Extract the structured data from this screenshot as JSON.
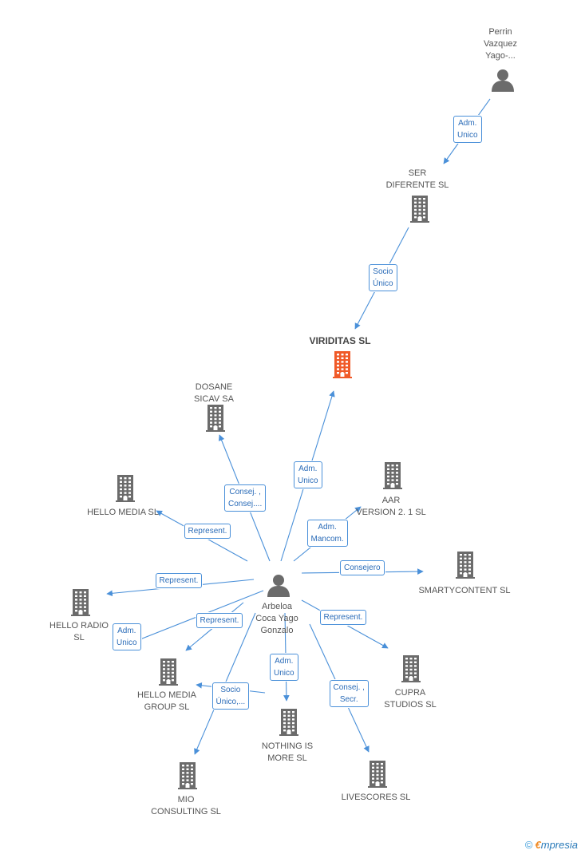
{
  "colors": {
    "edge": "#4a90d9",
    "company": "#6b6b6b",
    "main_company": "#f05a28",
    "person": "#6b6b6b"
  },
  "nodes": [
    {
      "id": "perrin",
      "type": "person",
      "label": "Perrin\nVazquez\nYago-...",
      "icon": "person-icon"
    },
    {
      "id": "ser",
      "type": "company",
      "label": "SER\nDIFERENTE SL",
      "icon": "building-icon"
    },
    {
      "id": "viriditas",
      "type": "main",
      "label": "VIRIDITAS SL",
      "icon": "building-icon"
    },
    {
      "id": "dosane",
      "type": "company",
      "label": "DOSANE\nSICAV SA",
      "icon": "building-icon"
    },
    {
      "id": "hellomedia",
      "type": "company",
      "label": "HELLO MEDIA SL",
      "icon": "building-icon"
    },
    {
      "id": "aar",
      "type": "company",
      "label": "AAR\nVERSION 2. 1 SL",
      "icon": "building-icon"
    },
    {
      "id": "smarty",
      "type": "company",
      "label": "SMARTYCONTENT SL",
      "icon": "building-icon"
    },
    {
      "id": "arbeloa",
      "type": "person",
      "label": "Arbeloa\nCoca Yago\nGonzalo",
      "icon": "person-icon"
    },
    {
      "id": "helloradio",
      "type": "company",
      "label": "HELLO RADIO\nSL",
      "icon": "building-icon"
    },
    {
      "id": "hellomediagroup",
      "type": "company",
      "label": "HELLO MEDIA\nGROUP  SL",
      "icon": "building-icon"
    },
    {
      "id": "cupra",
      "type": "company",
      "label": "CUPRA\nSTUDIOS SL",
      "icon": "building-icon"
    },
    {
      "id": "nothing",
      "type": "company",
      "label": "NOTHING IS\nMORE SL",
      "icon": "building-icon"
    },
    {
      "id": "mio",
      "type": "company",
      "label": "MIO\nCONSULTING SL",
      "icon": "building-icon"
    },
    {
      "id": "livescores",
      "type": "company",
      "label": "LIVESCORES SL",
      "icon": "building-icon"
    }
  ],
  "edges": [
    {
      "from": "perrin",
      "to": "ser",
      "label": "Adm.\nUnico"
    },
    {
      "from": "ser",
      "to": "viriditas",
      "label": "Socio\nÚnico"
    },
    {
      "from": "arbeloa",
      "to": "viriditas",
      "label": "Adm.\nUnico"
    },
    {
      "from": "arbeloa",
      "to": "dosane",
      "label": "Consej. ,\nConsej...."
    },
    {
      "from": "arbeloa",
      "to": "hellomedia",
      "label": "Represent."
    },
    {
      "from": "arbeloa",
      "to": "aar",
      "label": "Adm.\nMancom."
    },
    {
      "from": "arbeloa",
      "to": "smarty",
      "label": "Consejero"
    },
    {
      "from": "arbeloa",
      "to": "helloradio",
      "label": "Represent."
    },
    {
      "from": "arbeloa",
      "to": "helloradio",
      "label": "Adm.\nUnico"
    },
    {
      "from": "arbeloa",
      "to": "hellomediagroup",
      "label": "Represent."
    },
    {
      "from": "arbeloa",
      "to": "cupra",
      "label": "Represent."
    },
    {
      "from": "arbeloa",
      "to": "nothing",
      "label": "Adm.\nUnico"
    },
    {
      "from": "arbeloa",
      "to": "hellomediagroup",
      "label": "Socio\nÚnico,..."
    },
    {
      "from": "arbeloa",
      "to": "livescores",
      "label": "Consej. ,\nSecr."
    },
    {
      "from": "arbeloa",
      "to": "mio",
      "label": ""
    }
  ],
  "footer": {
    "copyright": "©",
    "brand_e": "€",
    "brand_rest": "mpresia"
  }
}
